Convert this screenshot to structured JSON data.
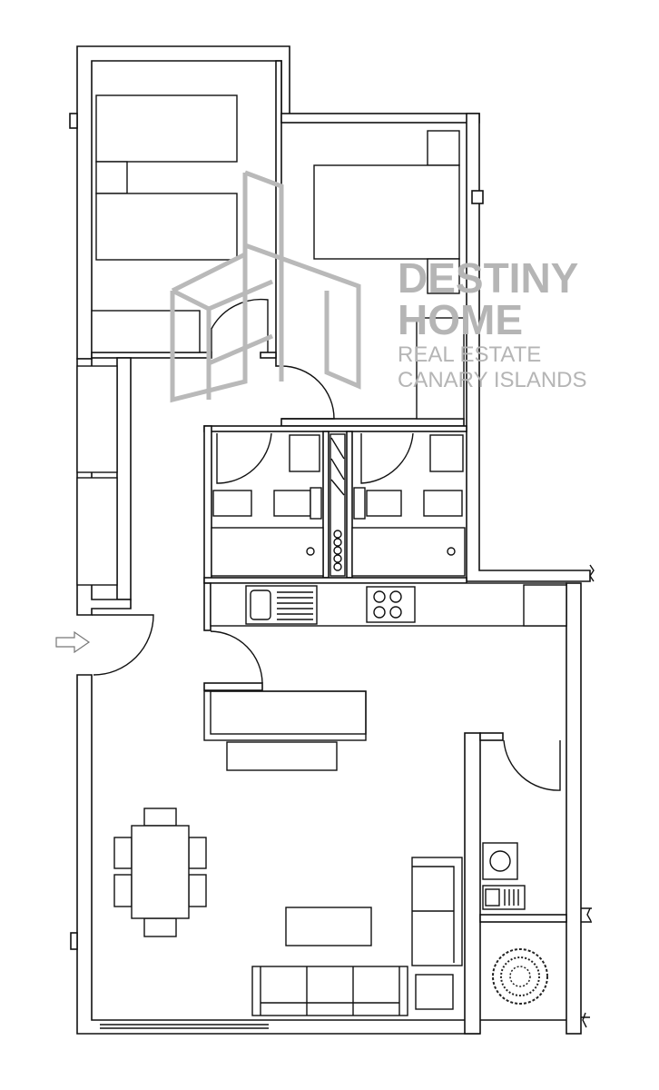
{
  "watermark": {
    "brand_line1": "DESTINY",
    "brand_line2": "HOME",
    "tagline1": "REAL ESTATE",
    "tagline2": "CANARY ISLANDS",
    "color": "#b5b5b5"
  },
  "icons": {
    "entrance": "arrow-right-icon",
    "plant": "plant-icon"
  },
  "colors": {
    "lines": "#111111",
    "background": "#ffffff"
  }
}
